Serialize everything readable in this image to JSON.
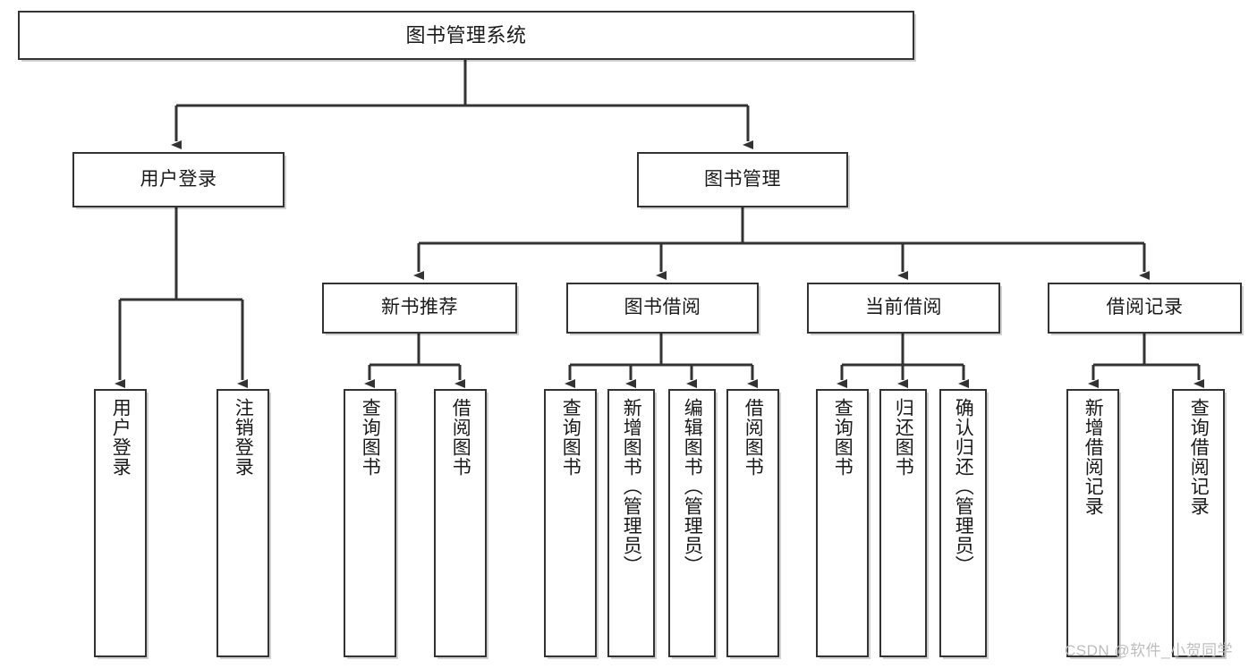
{
  "diagram": {
    "type": "tree-hierarchy",
    "title": "图书管理系统",
    "root": {
      "label": "图书管理系统"
    },
    "level2": [
      {
        "id": "user-login",
        "label": "用户登录"
      },
      {
        "id": "book-manage",
        "label": "图书管理"
      }
    ],
    "level3": [
      {
        "id": "new-book-recommend",
        "label": "新书推荐",
        "parent": "book-manage"
      },
      {
        "id": "book-borrow",
        "label": "图书借阅",
        "parent": "book-manage"
      },
      {
        "id": "current-borrow",
        "label": "当前借阅",
        "parent": "book-manage"
      },
      {
        "id": "borrow-record",
        "label": "借阅记录",
        "parent": "book-manage"
      }
    ],
    "leaves": [
      {
        "id": "leaf-user-login",
        "label": "用户登录",
        "parent": "user-login"
      },
      {
        "id": "leaf-logout",
        "label": "注销登录",
        "parent": "user-login"
      },
      {
        "id": "leaf-query-book-1",
        "label": "查询图书",
        "parent": "new-book-recommend"
      },
      {
        "id": "leaf-borrow-book-1",
        "label": "借阅图书",
        "parent": "new-book-recommend"
      },
      {
        "id": "leaf-query-book-2",
        "label": "查询图书",
        "parent": "book-borrow"
      },
      {
        "id": "leaf-add-book",
        "label": "新增图书（管理员）",
        "parent": "book-borrow"
      },
      {
        "id": "leaf-edit-book",
        "label": "编辑图书（管理员）",
        "parent": "book-borrow"
      },
      {
        "id": "leaf-borrow-book-2",
        "label": "借阅图书",
        "parent": "book-borrow"
      },
      {
        "id": "leaf-query-book-3",
        "label": "查询图书",
        "parent": "current-borrow"
      },
      {
        "id": "leaf-return-book",
        "label": "归还图书",
        "parent": "current-borrow"
      },
      {
        "id": "leaf-confirm-return",
        "label": "确认归还（管理员）",
        "parent": "current-borrow"
      },
      {
        "id": "leaf-add-record",
        "label": "新增借阅记录",
        "parent": "borrow-record"
      },
      {
        "id": "leaf-query-record",
        "label": "查询借阅记录",
        "parent": "borrow-record"
      }
    ],
    "colors": {
      "stroke": "#333333",
      "box_fill": "#ffffff",
      "text": "#1a1a1a",
      "background": "#ffffff",
      "watermark": "#bdbdbd"
    }
  },
  "watermark": {
    "text": "CSDN @软件_小贺同学"
  }
}
